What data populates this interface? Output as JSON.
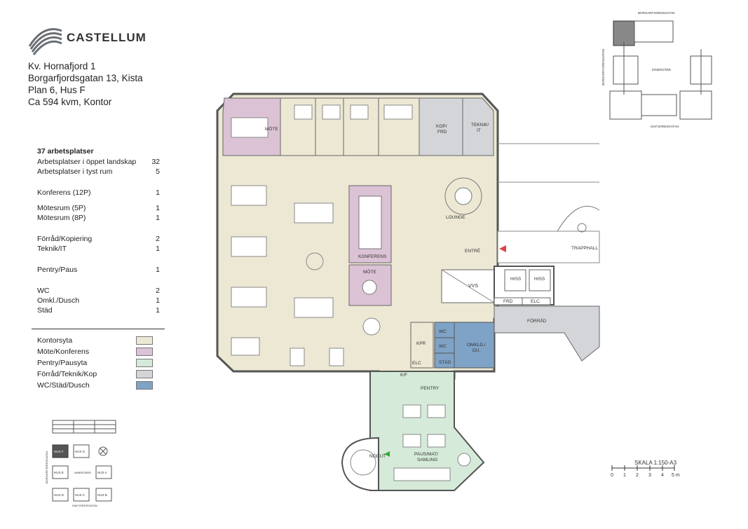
{
  "brand": {
    "name": "CASTELLUM"
  },
  "address": {
    "line1": "Kv. Hornafjord 1",
    "line2": "Borgarfjordsgatan 13, Kista",
    "line3": "Plan 6, Hus F",
    "line4": "Ca 594 kvm, Kontor"
  },
  "summary": {
    "title": "37 arbetsplatser",
    "items": [
      {
        "label": "Arbetsplatser i öppet landskap",
        "value": "32"
      },
      {
        "label": "Arbetsplatser i tyst rum",
        "value": "5"
      },
      {
        "label": "Konferens (12P)",
        "value": "1"
      },
      {
        "label": "Mötesrum (5P)",
        "value": "1"
      },
      {
        "label": "Mötesrum (8P)",
        "value": "1"
      },
      {
        "label": "Förråd/Kopiering",
        "value": "2"
      },
      {
        "label": "Teknik/IT",
        "value": "1"
      },
      {
        "label": "Pentry/Paus",
        "value": "1"
      },
      {
        "label": "WC",
        "value": "2"
      },
      {
        "label": "Omkl./Dusch",
        "value": "1"
      },
      {
        "label": "Städ",
        "value": "1"
      }
    ]
  },
  "legend": [
    {
      "label": "Kontorsyta",
      "color": "#ece8d4"
    },
    {
      "label": "Möte/Konferens",
      "color": "#dcc2d5"
    },
    {
      "label": "Pentry/Pausyta",
      "color": "#d5ead9"
    },
    {
      "label": "Förråd/Teknik/Kop",
      "color": "#d3d5d8"
    },
    {
      "label": "WC/Städ/Dusch",
      "color": "#7fa3c6"
    }
  ],
  "rooms": {
    "mote_top": "MÖTE",
    "kop_frd": "KOP/\nFRD",
    "teknik": "TEKNIK/\nIT",
    "lounge": "LOUNGE",
    "entre": "ENTRÉ",
    "konferens": "KONFERENS",
    "mote_mid": "MÖTE",
    "trapphall": "TRAPPHALL",
    "hiss1": "HISS",
    "hiss2": "HISS",
    "vvs": "VVS",
    "frd": "FRD",
    "elc": "ELC.",
    "forrad": "FÖRRÅD",
    "kpr": "KPR",
    "elc2": "ELC",
    "wc1": "WC",
    "wc2": "WC",
    "stad": "STÄD",
    "omkl": "OMKLD./\nDU.",
    "pentry": "PENTRY",
    "kf": "K/F",
    "paus": "PAUS/MAT/\nSAMLING",
    "nodut": "NÖDUT"
  },
  "keymap_top": {
    "street_top": "BORGARFJORDSGATAN",
    "street_left": "BORGARFJORDSGATAN",
    "innergard": "INNERGÅRD",
    "street_bottom": "ISAFJORDSGATAN"
  },
  "keymap_bottom": {
    "houses": [
      "HUS F",
      "HUS G",
      "HUS E",
      "HUS A",
      "HUS D",
      "HUS C",
      "HUS B"
    ],
    "innergard": "INNERGÅRD",
    "street_left": "BORGARFJORDSGATAN",
    "street_bottom": "ISAFJORDSGATAN"
  },
  "scale": {
    "label": "SKALA 1:150-A3",
    "ticks": [
      "0",
      "1",
      "2",
      "3",
      "4",
      "5 m"
    ]
  },
  "colors": {
    "office": "#ece8d4",
    "meeting": "#dcc2d5",
    "pentry": "#d5ead9",
    "storage": "#d3d5d8",
    "wc": "#7fa3c6",
    "wall": "#555555"
  }
}
